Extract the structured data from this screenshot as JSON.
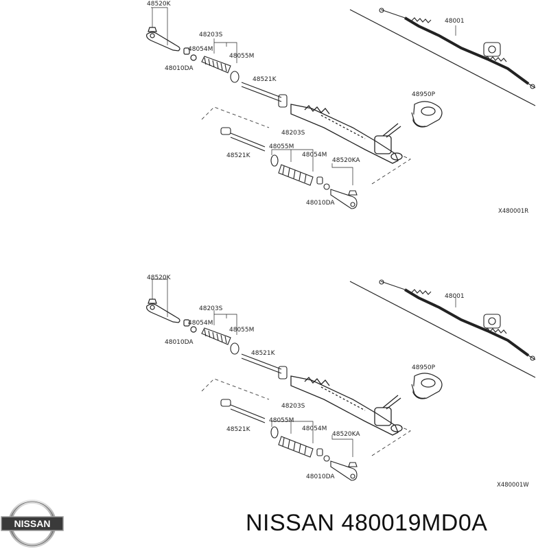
{
  "diagrams": [
    {
      "labels": {
        "tie_rod_end_top": "48520K",
        "boot_kit_top": "48203S",
        "boot_clamp_top": "48054M",
        "boot_band_top": "48055M",
        "lock_nut_top": "48010DA",
        "inner_socket_top": "48521K",
        "gear_assembly": "48001",
        "grommet": "48950P",
        "inner_socket_bottom": "48521K",
        "boot_kit_bottom": "48203S",
        "boot_band_bottom": "48055M",
        "boot_clamp_bottom": "48054M",
        "tie_rod_end_bottom": "48520KA",
        "lock_nut_bottom": "48010DA"
      },
      "diagram_code": "X480001R"
    },
    {
      "labels": {
        "tie_rod_end_top": "48520K",
        "boot_kit_top": "48203S",
        "boot_clamp_top": "48054M",
        "boot_band_top": "48055M",
        "lock_nut_top": "48010DA",
        "inner_socket_top": "48521K",
        "gear_assembly": "48001",
        "grommet": "48950P",
        "inner_socket_bottom": "48521K",
        "boot_kit_bottom": "48203S",
        "boot_band_bottom": "48055M",
        "boot_clamp_bottom": "48054M",
        "tie_rod_end_bottom": "48520KA",
        "lock_nut_bottom": "48010DA"
      },
      "diagram_code": "X480001W"
    }
  ],
  "logo": {
    "text": "NISSAN"
  },
  "caption": "NISSAN 480019MD0A"
}
